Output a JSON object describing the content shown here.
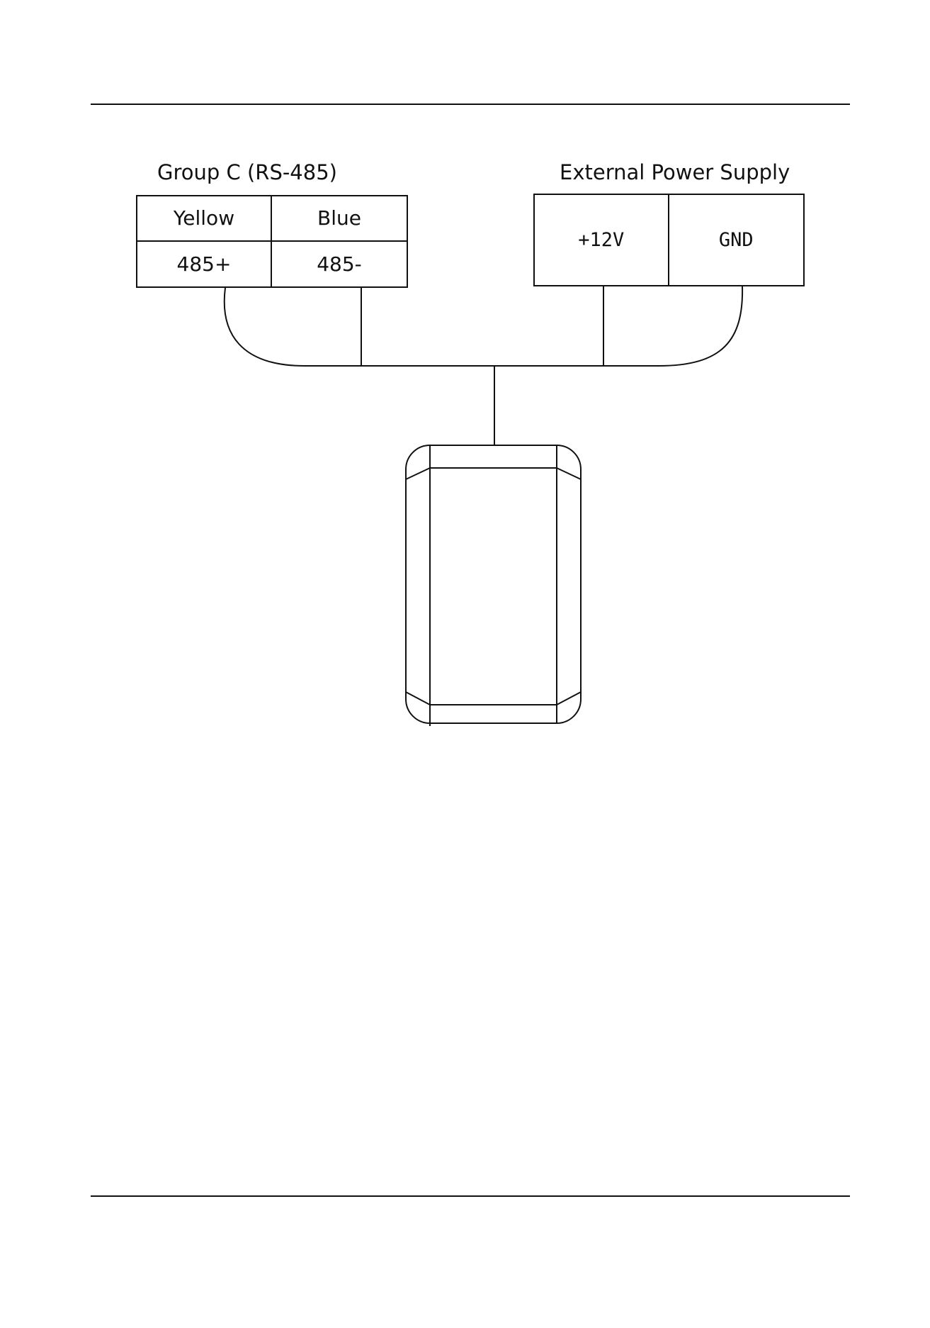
{
  "rs485_group": {
    "title": "Group C (RS-485)",
    "headers": [
      "Yellow",
      "Blue"
    ],
    "terminals": [
      "485+",
      "485-"
    ]
  },
  "power_group": {
    "title": "External Power Supply",
    "terminals": [
      "+12V",
      "GND"
    ]
  },
  "device": {
    "icon": "card-reader-icon"
  }
}
